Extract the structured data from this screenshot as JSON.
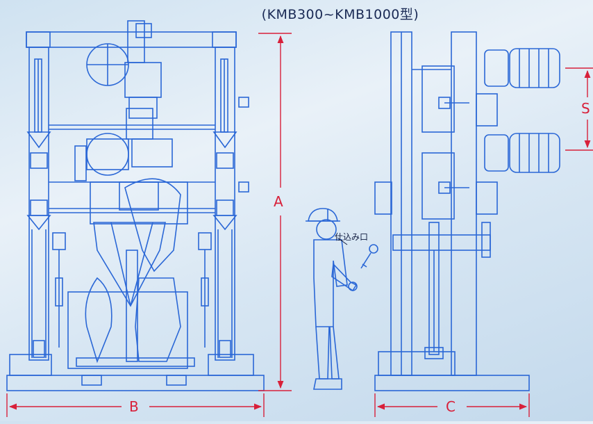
{
  "title": "(KMB300~KMB1000型)",
  "dimensions": {
    "a": "A",
    "b": "B",
    "c": "C",
    "s": "S"
  },
  "labels": {
    "loading_port": "仕込み口"
  },
  "colors": {
    "blueprint": "#2a67d6",
    "dimension": "#d8203a",
    "background": "#dbe8f4"
  }
}
